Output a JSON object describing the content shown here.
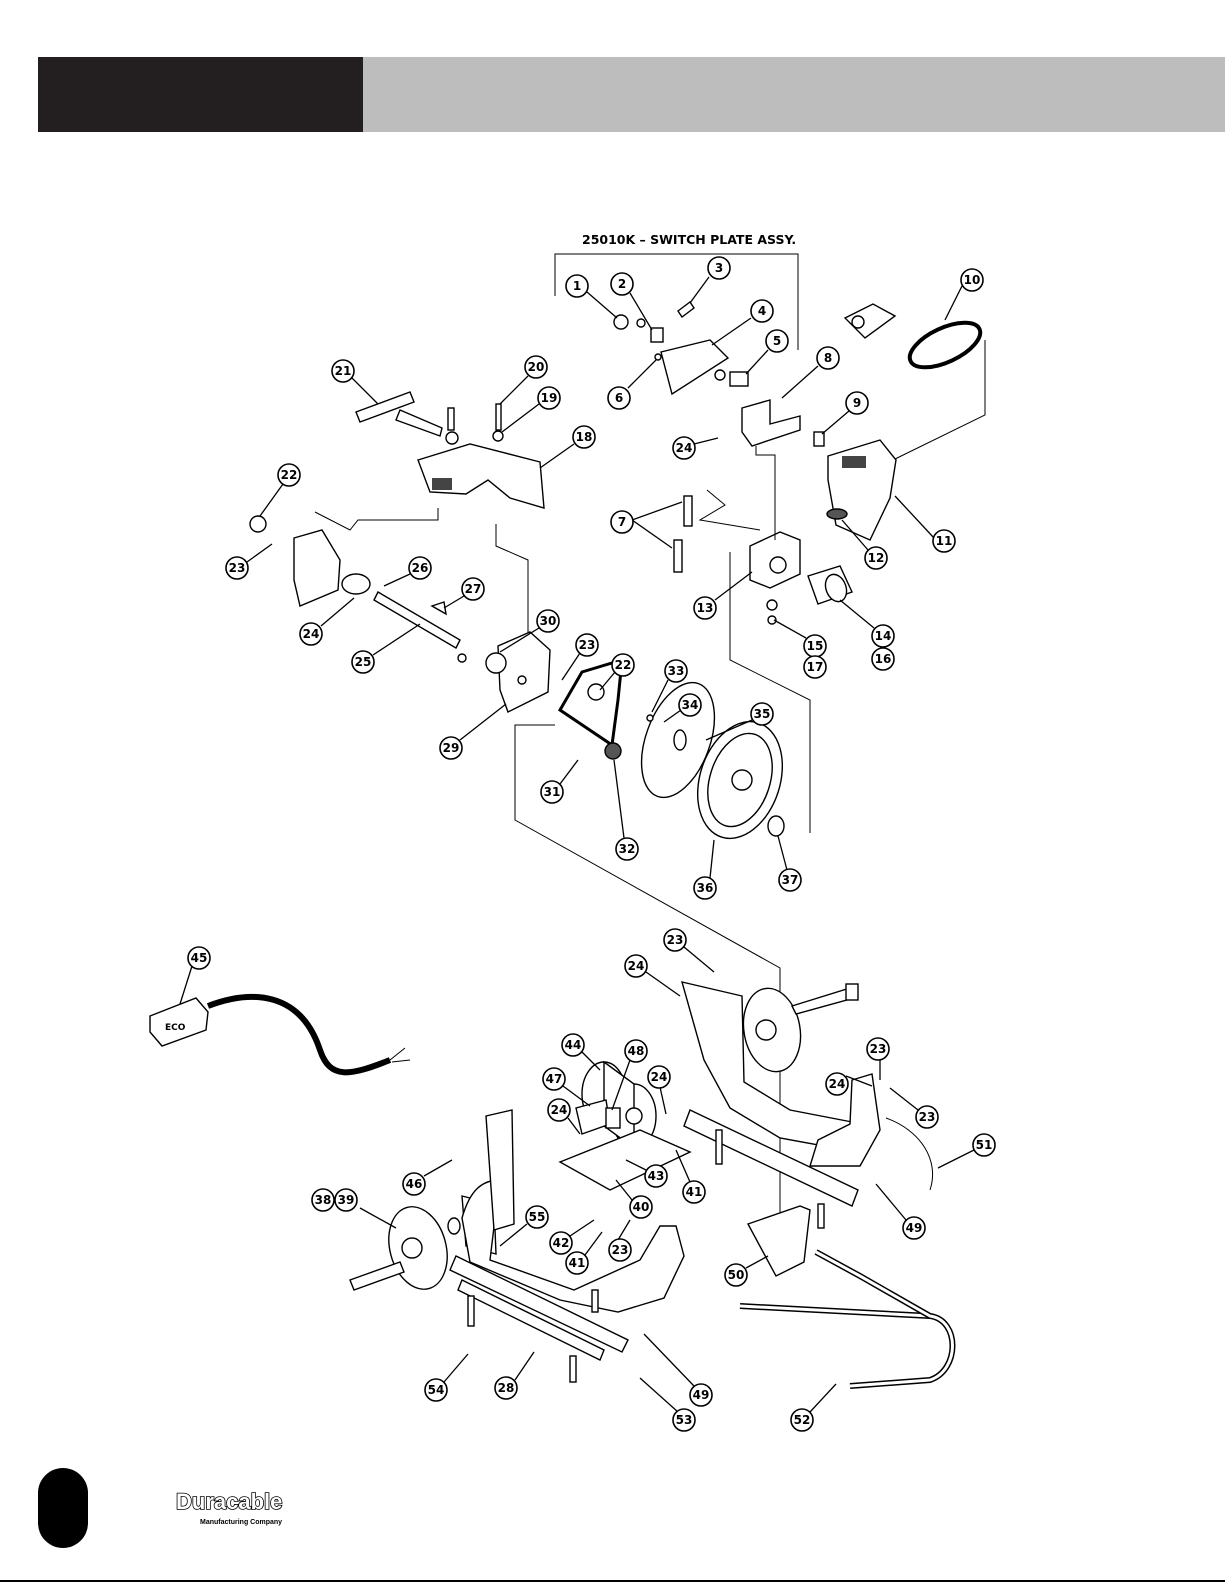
{
  "header": {
    "black_block_color": "#231f20",
    "gray_band_color": "#bdbdbd"
  },
  "diagram": {
    "assembly_label": "25010K – SWITCH PLATE ASSY.",
    "callouts": [
      "1",
      "2",
      "3",
      "4",
      "5",
      "6",
      "8",
      "10",
      "9",
      "11",
      "12",
      "7",
      "13",
      "14",
      "15",
      "16",
      "17",
      "18",
      "19",
      "20",
      "21",
      "22",
      "23",
      "24",
      "25",
      "26",
      "27",
      "29",
      "30",
      "23",
      "22",
      "33",
      "34",
      "35",
      "31",
      "32",
      "36",
      "37",
      "45",
      "23",
      "24",
      "44",
      "48",
      "47",
      "24",
      "24",
      "46",
      "38",
      "39",
      "55",
      "42",
      "41",
      "23",
      "43",
      "40",
      "41",
      "24",
      "23",
      "23",
      "51",
      "49",
      "50",
      "54",
      "28",
      "49",
      "53",
      "52",
      "24"
    ]
  },
  "footer": {
    "logo_text": "Duracable",
    "logo_tagline": "Manufacturing Company"
  }
}
